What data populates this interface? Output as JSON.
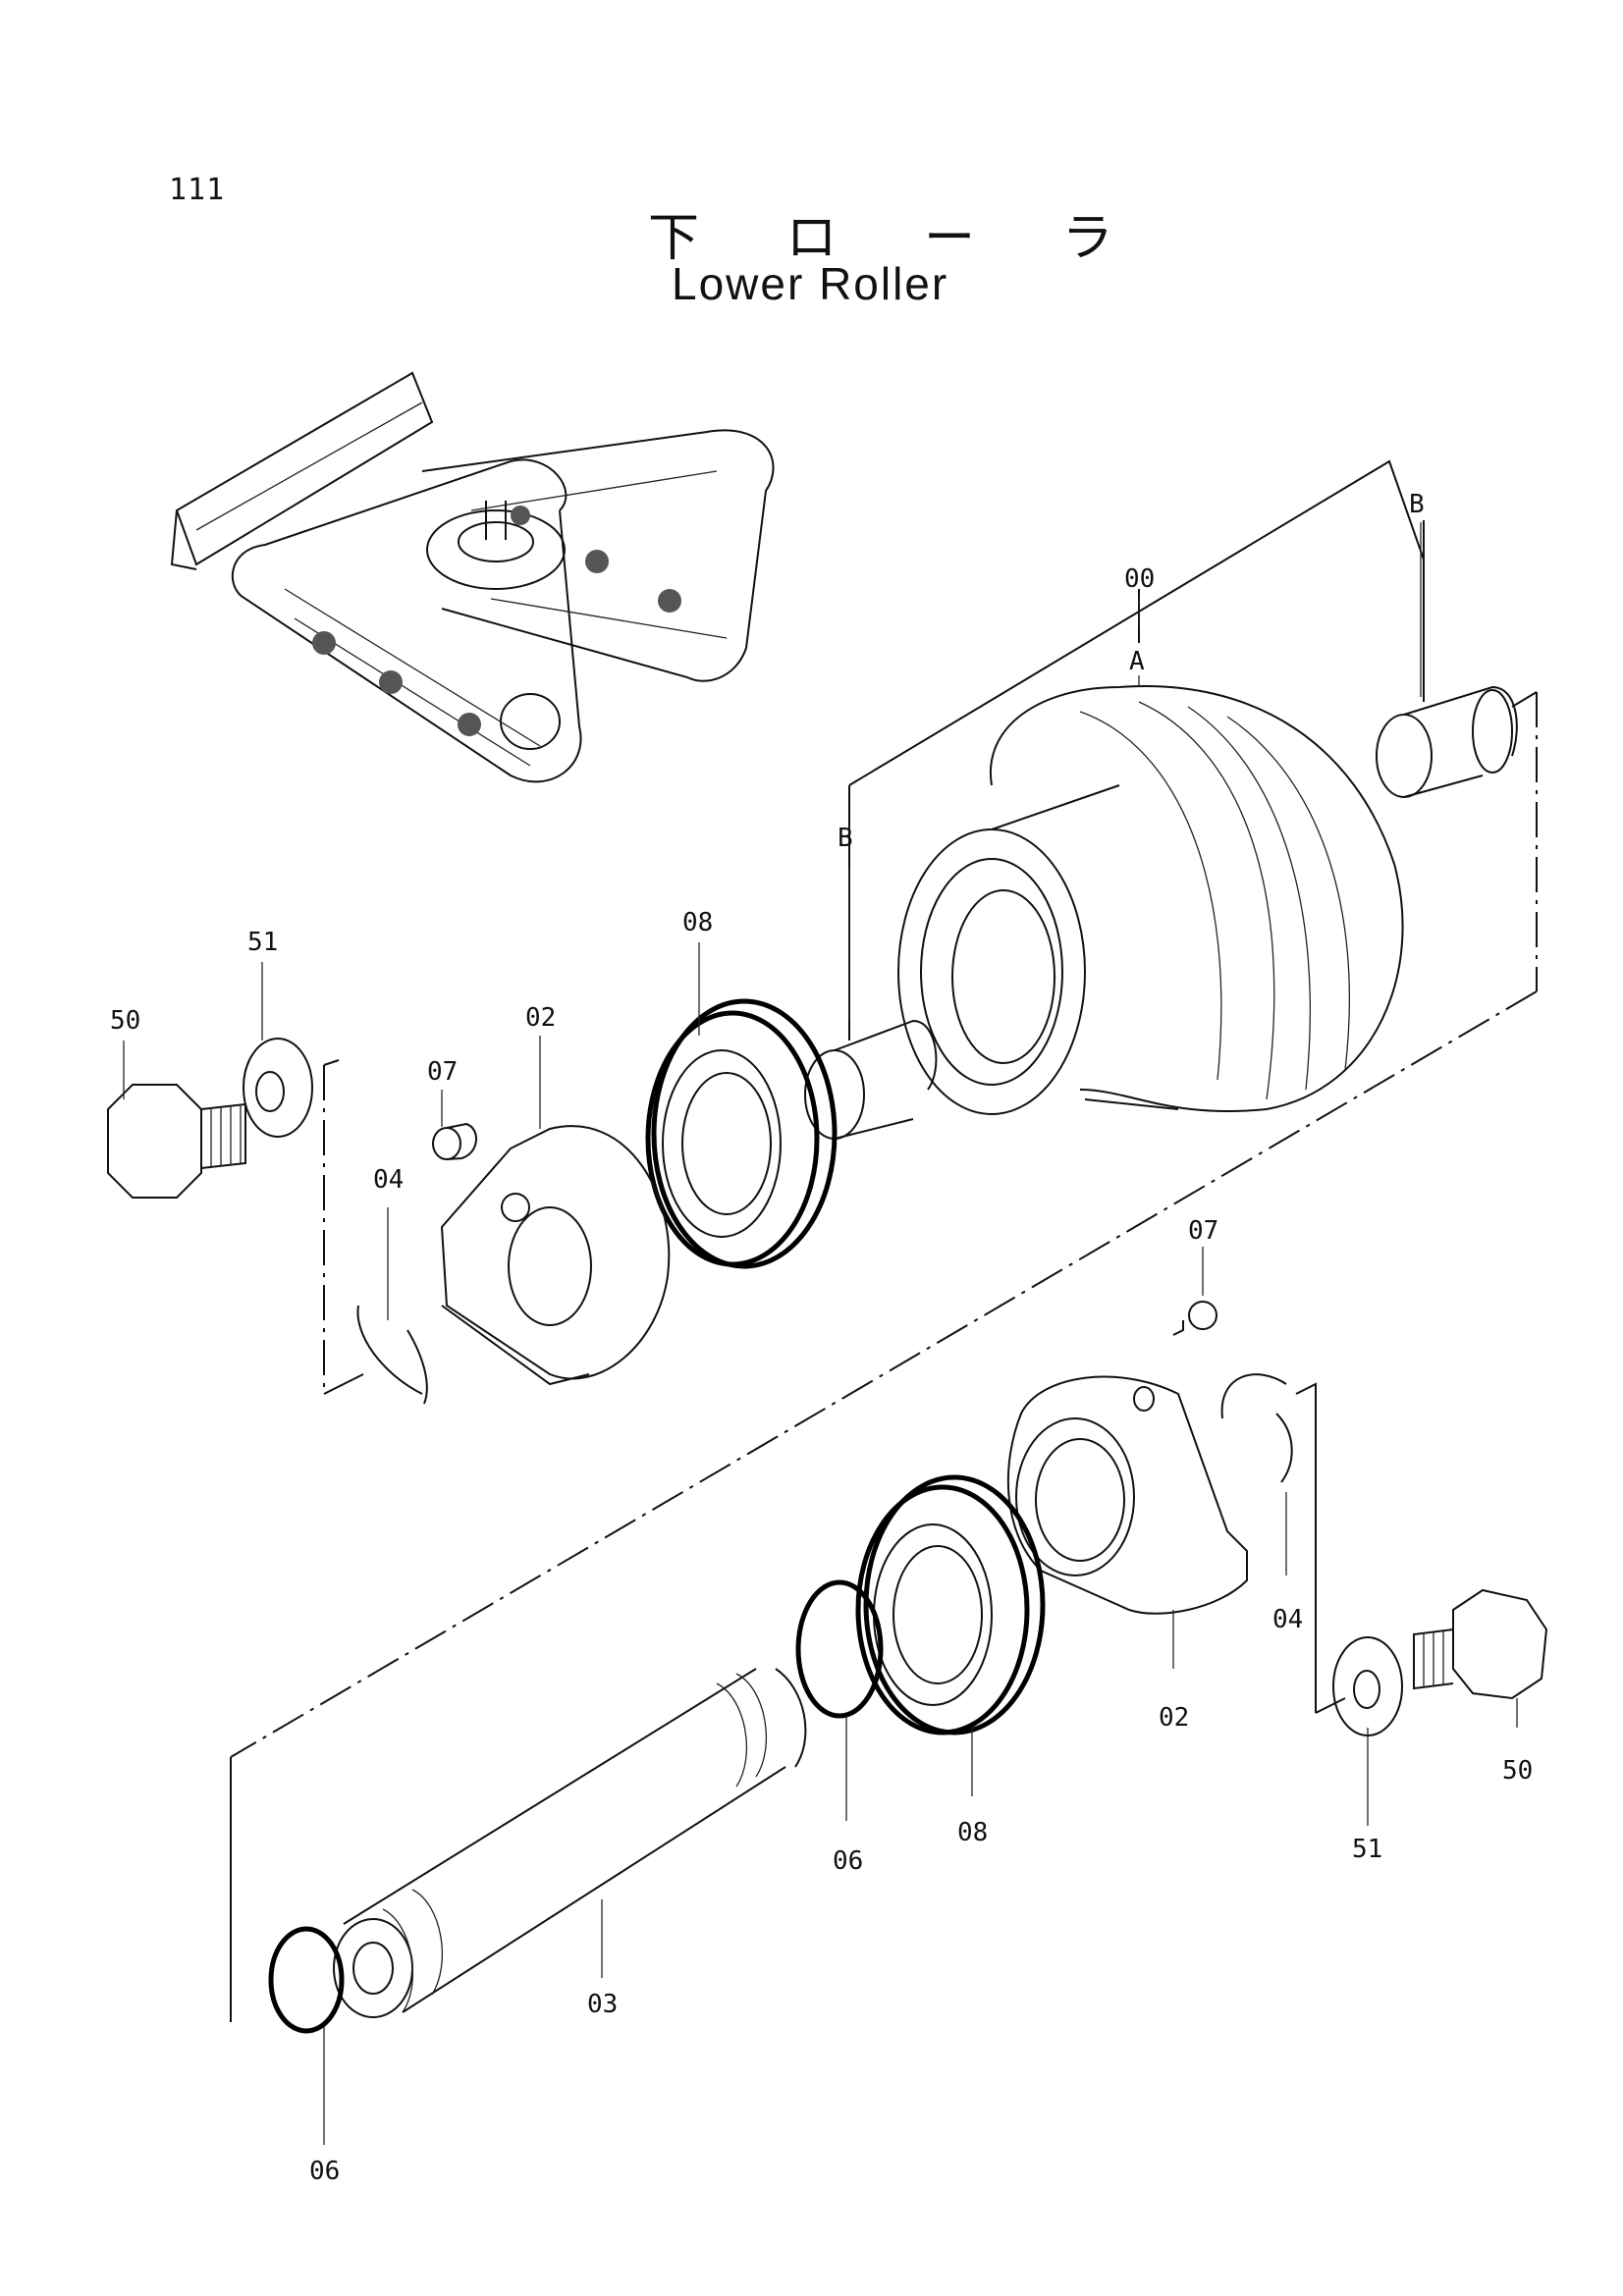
{
  "page": {
    "number": "111"
  },
  "title": {
    "japanese": "下 ロ ー ラ",
    "english": "Lower Roller"
  },
  "callouts": [
    {
      "id": "c-00",
      "label": "00"
    },
    {
      "id": "c-A",
      "label": "A"
    },
    {
      "id": "c-B1",
      "label": "B"
    },
    {
      "id": "c-B2",
      "label": "B"
    },
    {
      "id": "c-08a",
      "label": "08"
    },
    {
      "id": "c-51a",
      "label": "51"
    },
    {
      "id": "c-50a",
      "label": "50"
    },
    {
      "id": "c-02a",
      "label": "02"
    },
    {
      "id": "c-07a",
      "label": "07"
    },
    {
      "id": "c-04a",
      "label": "04"
    },
    {
      "id": "c-07b",
      "label": "07"
    },
    {
      "id": "c-04b",
      "label": "04"
    },
    {
      "id": "c-02b",
      "label": "02"
    },
    {
      "id": "c-50b",
      "label": "50"
    },
    {
      "id": "c-51b",
      "label": "51"
    },
    {
      "id": "c-08b",
      "label": "08"
    },
    {
      "id": "c-06a",
      "label": "06"
    },
    {
      "id": "c-03",
      "label": "03"
    },
    {
      "id": "c-06b",
      "label": "06"
    }
  ]
}
